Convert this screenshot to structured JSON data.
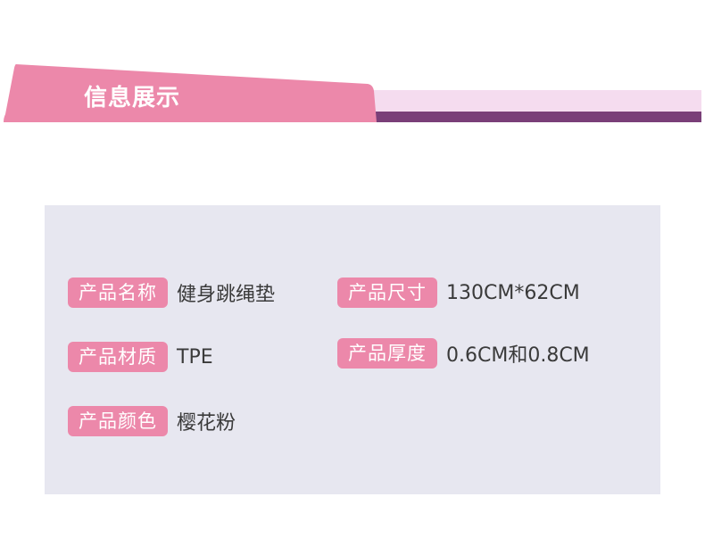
{
  "header": {
    "title": "信息展示"
  },
  "colors": {
    "accent_pink": "#ec88aa",
    "strip_light_pink": "#f5dcef",
    "strip_dark_purple": "#7a3f78",
    "panel_background": "#e7e7f0",
    "value_text": "#3a3a3a"
  },
  "specs": [
    {
      "label": "产品名称",
      "value": "健身跳绳垫"
    },
    {
      "label": "产品尺寸",
      "value": "130CM*62CM"
    },
    {
      "label": "产品材质",
      "value": "TPE"
    },
    {
      "label": "产品厚度",
      "value": "0.6CM和0.8CM"
    },
    {
      "label": "产品颜色",
      "value": "樱花粉"
    }
  ]
}
